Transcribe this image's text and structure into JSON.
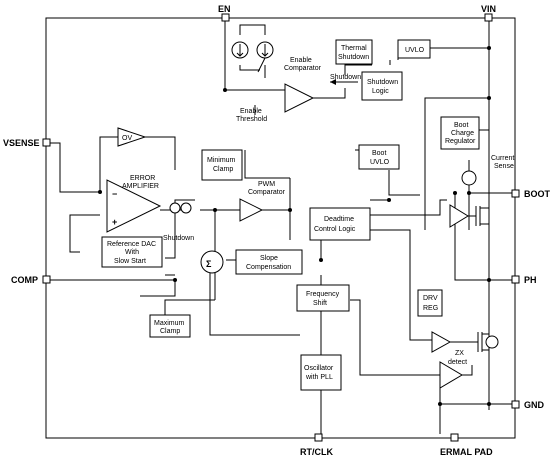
{
  "pins": {
    "en": "EN",
    "vin": "VIN",
    "vsense": "VSENSE",
    "boot": "BOOT",
    "comp": "COMP",
    "ph": "PH",
    "gnd": "GND",
    "rt_clk": "RT/CLK",
    "thermal_pad": "ERMAL PAD"
  },
  "blocks": {
    "thermal_shutdown": [
      "Thermal",
      "Shutdown"
    ],
    "uvlo": "UVLO",
    "shutdown_logic": [
      "Shutdown",
      "Logic"
    ],
    "boot_charge_regulator": [
      "Boot",
      "Charge",
      "Regulator"
    ],
    "boot_uvlo": [
      "Boot",
      "UVLO"
    ],
    "minimum_clamp": [
      "Minimum",
      "Clamp"
    ],
    "deadtime_logic": [
      "Deadtime",
      "Control Logic"
    ],
    "reference_dac": [
      "Reference DAC",
      "With",
      "Slow Start"
    ],
    "slope_compensation": [
      "Slope",
      "Compensation"
    ],
    "frequency_shift": [
      "Frequency",
      "Shift"
    ],
    "maximum_clamp": [
      "Maximum",
      "Clamp"
    ],
    "drv_reg": [
      "DRV",
      "REG"
    ],
    "oscillator": [
      "Oscillator",
      "with PLL"
    ],
    "zx_detect": [
      "ZX",
      "detect"
    ]
  },
  "labels": {
    "enable_comparator": [
      "Enable",
      "Comparator"
    ],
    "enable_threshold": [
      "Enable",
      "Threshold"
    ],
    "shutdown_top": "Shutdown",
    "shutdown_dac": "Shutdown",
    "ov": "OV",
    "error_amplifier": [
      "ERROR",
      "AMPLIFIER"
    ],
    "pwm_comparator": [
      "PWM",
      "Comparator"
    ],
    "current_sense": [
      "Current",
      "Sense"
    ],
    "sigma": "Σ",
    "opamp_plus": "+",
    "opamp_minus": "−"
  }
}
